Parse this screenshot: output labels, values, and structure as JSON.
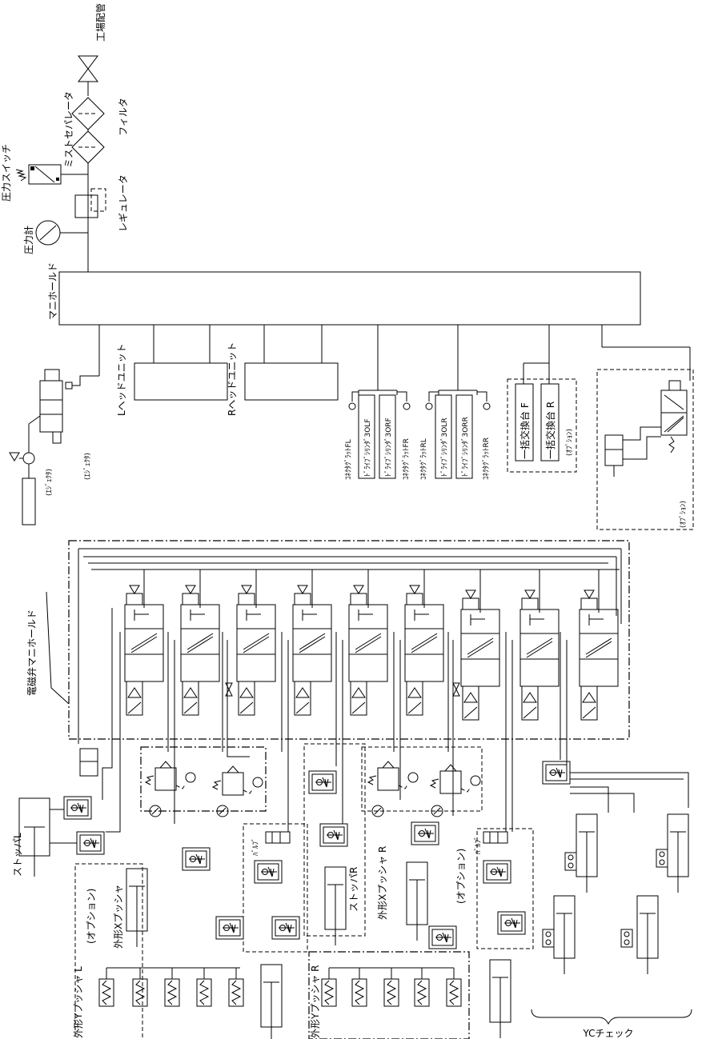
{
  "labels": {
    "factory_pipe": "工場配管",
    "mist_separator": "ミストセパレータ",
    "filter": "フィルタ",
    "pressure_switch": "圧力スイッチ",
    "regulator": "レギュレータ",
    "pressure_gauge": "圧力計",
    "manifold": "マニホールド",
    "l_head_unit": "Lヘッドユニット",
    "r_head_unit": "Rヘッドユニット",
    "ejector_1": "(ｴｼﾞｪｸﾀ)",
    "ejector_2": "(ｴｼﾞｪｸﾀ)",
    "cyl_fl": "ｺﾈｸﾀｸﾞﾗｯﾄFL",
    "cyl_3olf": "ﾄﾞﾗｲﾌﾞｼﾘﾝﾀﾞ3OLF",
    "cyl_3orf": "ﾄﾞﾗｲﾌﾞｼﾘﾝﾀﾞ3ORF",
    "cyl_fr": "ｺﾈｸﾀｸﾞﾗｯﾄFR",
    "cyl_rl": "ｺﾈｸﾀｸﾞﾗｯﾄRL",
    "cyl_3olr": "ﾄﾞﾗｲﾌﾞｼﾘﾝﾀﾞ3OLR",
    "cyl_3orr": "ﾄﾞﾗｲﾌﾞｼﾘﾝﾀﾞ3ORR",
    "cyl_rr": "ｺﾈｸﾀｸﾞﾗｯﾄRR",
    "bulk_f": "一括交換台 F",
    "bulk_r": "一括交換台 R",
    "option_small_1": "(ｵﾌﾟｼｮﾝ)",
    "option_small_2": "(ｵﾌﾟｼｮﾝ)",
    "solenoid_manifold": "電磁弁マニホールド",
    "stopper_l": "ストッパL",
    "stopper_r": "ストッパR",
    "outer_x_pusher_1": "外形Xプッシャ",
    "outer_x_pusher_r": "外形Xプッシャ R",
    "option_1": "(オプション)",
    "option_2": "(オプション)",
    "outer_y_pusher_l": "外形Yプッシャ L",
    "outer_y_pusher_r": "外形Yプッシャ R",
    "valve_1": "ﾊﾞﾙﾌﾞ",
    "valve_2": "ﾊﾞﾙﾌﾞ",
    "yc_check": "YCチェック"
  }
}
